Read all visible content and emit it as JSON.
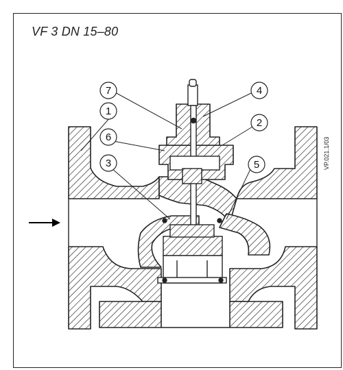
{
  "title": "VF 3 DN 15–80",
  "drawing_ref": "VP.021.1/03",
  "callouts": [
    {
      "number": "1"
    },
    {
      "number": "2"
    },
    {
      "number": "3"
    },
    {
      "number": "4"
    },
    {
      "number": "5"
    },
    {
      "number": "6"
    },
    {
      "number": "7"
    }
  ]
}
